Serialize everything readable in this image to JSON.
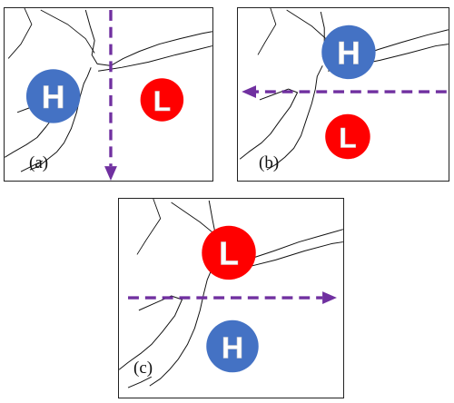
{
  "panels": [
    {
      "id": "a",
      "label": "(a)",
      "high": "H",
      "low": "L",
      "arrow_direction": "south"
    },
    {
      "id": "b",
      "label": "(b)",
      "high": "H",
      "low": "L",
      "arrow_direction": "west"
    },
    {
      "id": "c",
      "label": "(c)",
      "high": "H",
      "low": "L",
      "arrow_direction": "east"
    }
  ],
  "colors": {
    "high": "#4472c4",
    "low": "#ff0000",
    "arrow": "#7030a0",
    "coast": "#111111"
  }
}
